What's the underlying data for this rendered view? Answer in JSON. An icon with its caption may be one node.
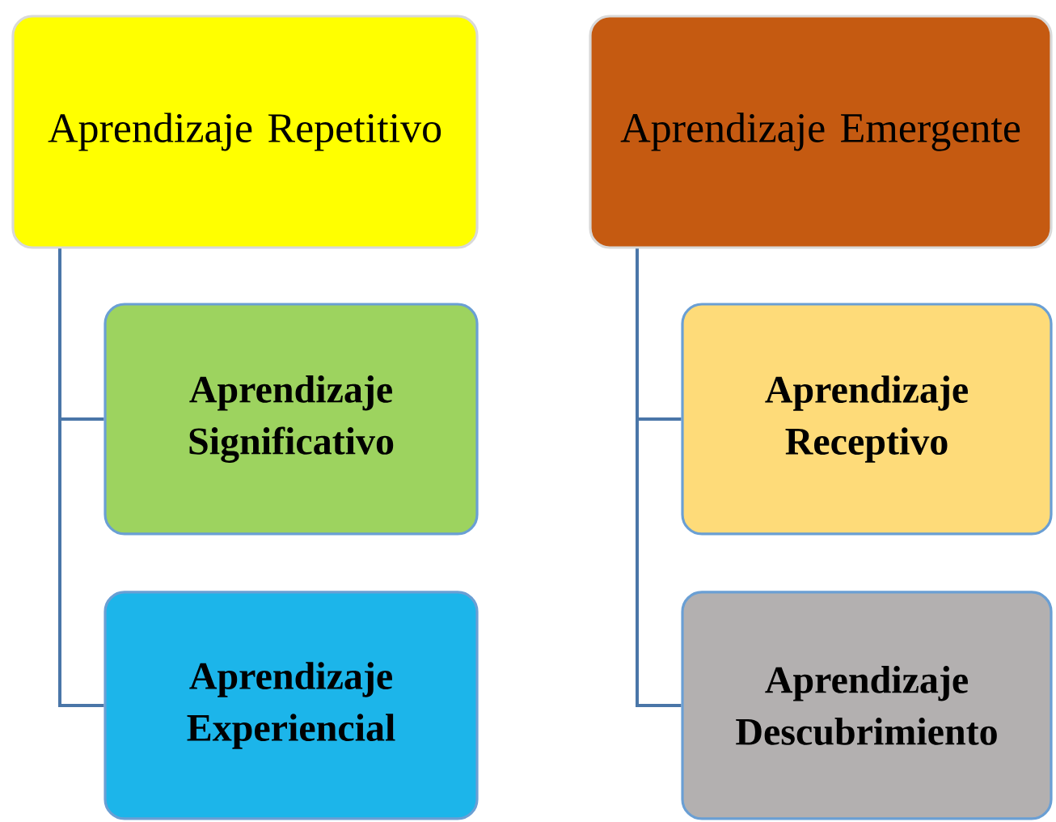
{
  "diagram": {
    "nodes": [
      {
        "text": [
          "Aprendizaje Repetitivo"
        ]
      },
      {
        "text": [
          "Aprendizaje Significativo"
        ]
      },
      {
        "text": [
          "Aprendizaje Experiencial"
        ]
      },
      {
        "text": [
          "Aprendizaje Emergente"
        ]
      },
      {
        "text": [
          "Aprendizaje Receptivo"
        ]
      },
      {
        "text": [
          "Aprendizaje Descubrimiento"
        ]
      }
    ],
    "edges": [
      {
        "from": 0,
        "to": 1,
        "arrow": "none"
      },
      {
        "from": 0,
        "to": 2,
        "arrow": "none"
      },
      {
        "from": 3,
        "to": 4,
        "arrow": "none"
      },
      {
        "from": 3,
        "to": 5,
        "arrow": "none"
      }
    ]
  }
}
